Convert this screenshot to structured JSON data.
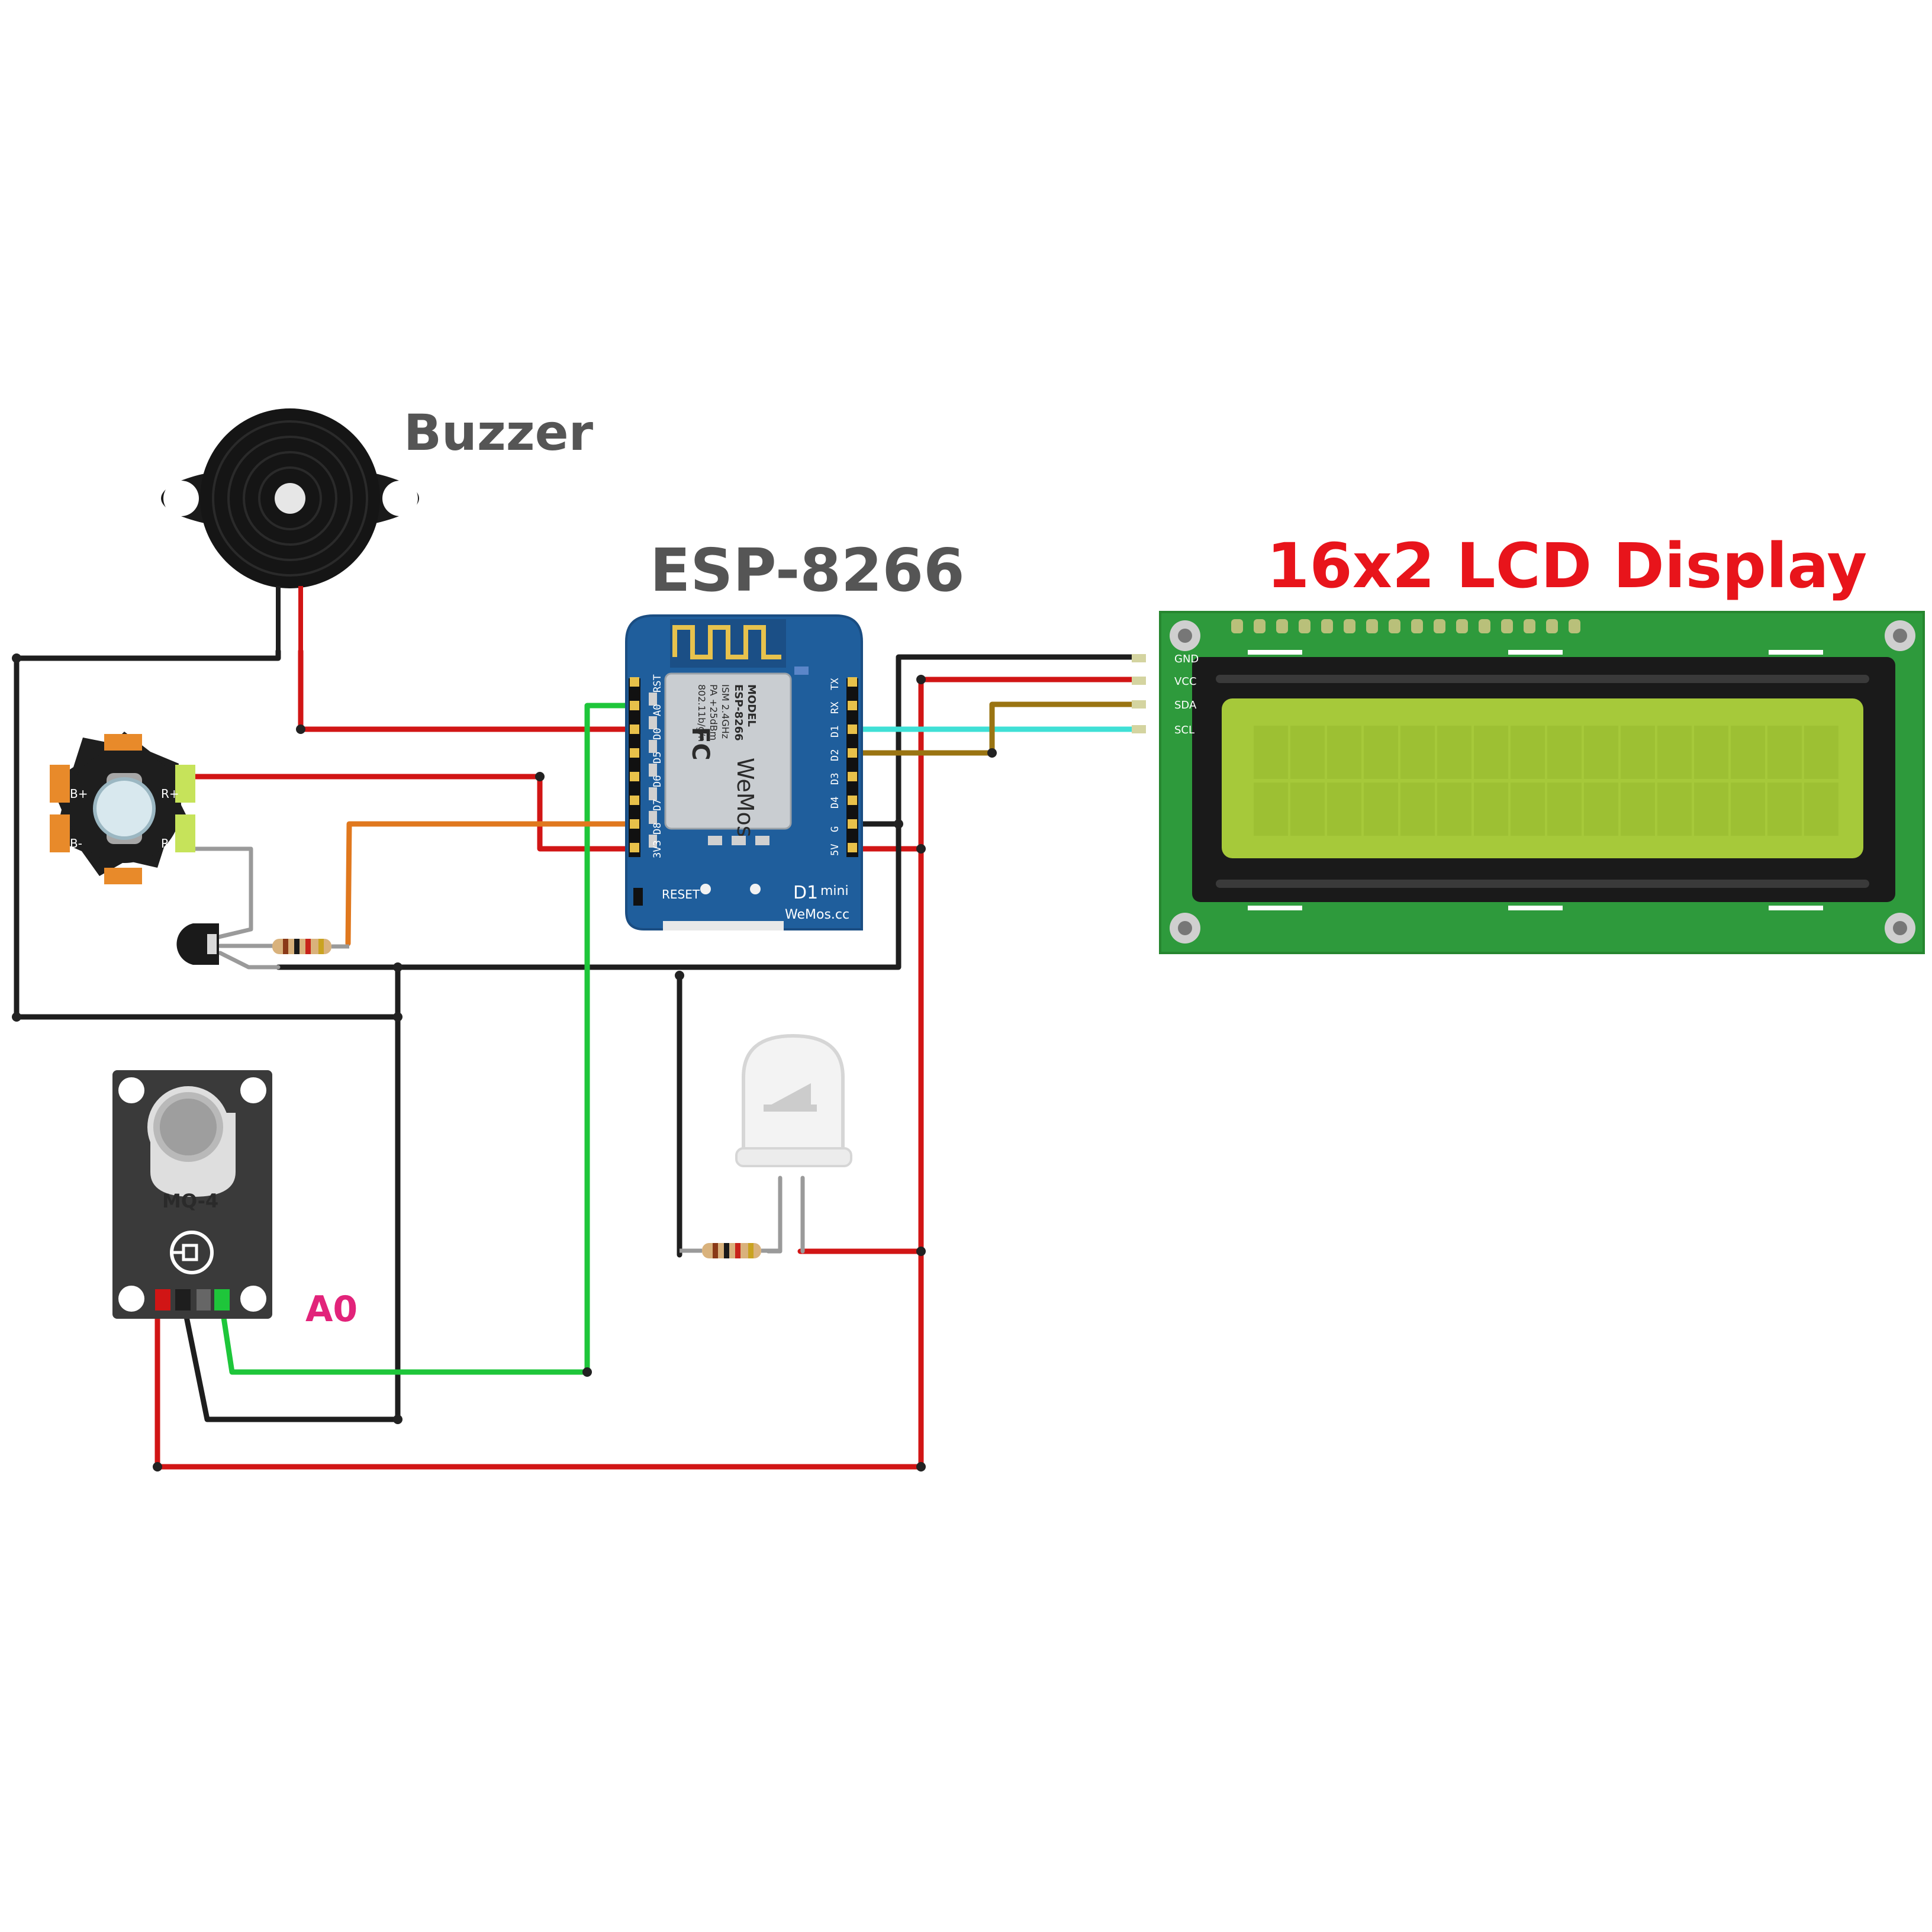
{
  "labels": {
    "buzzer": "Buzzer",
    "esp": "ESP-8266",
    "lcd": "16x2 LCD Display",
    "a0": "A0"
  },
  "colors": {
    "esp_title": "#555555",
    "buzzer_title": "#555555",
    "lcd_title": "#e8141b",
    "a0_label": "#e2237a",
    "wire_red": "#d11515",
    "wire_black": "#1e1e1e",
    "wire_green": "#1ec63a",
    "wire_orange": "#e0781e",
    "wire_cyan": "#3fe0d6",
    "wire_brown": "#9a7412",
    "board_blue": "#1f5e9c",
    "lcd_pcb": "#2e9a3c",
    "lcd_screen": "#a6c93a"
  },
  "esp_board": {
    "left_pins": [
      "RST",
      "A0",
      "D0",
      "D5",
      "D6",
      "D7",
      "D8",
      "3V3"
    ],
    "right_pins": [
      "TX",
      "RX",
      "D1",
      "D2",
      "D3",
      "D4",
      "G",
      "5V"
    ],
    "module_model": "MODEL",
    "module_name": "ESP-8266",
    "module_ism": "ISM 2.4GHz",
    "module_pa": "PA +25dBm",
    "module_std": "802.11b/g/n",
    "module_brand": "WeMos",
    "module_fc": "FC",
    "reset": "RESET",
    "d1mini_a": "D1",
    "d1mini_b": "mini",
    "site": "WeMos.cc"
  },
  "lcd_pins": [
    "GND",
    "VCC",
    "SDA",
    "SCL"
  ],
  "rgb_led": {
    "pins": [
      "B+",
      "R+",
      "B-",
      "R-"
    ]
  },
  "mq4": {
    "name": "MQ-4"
  }
}
